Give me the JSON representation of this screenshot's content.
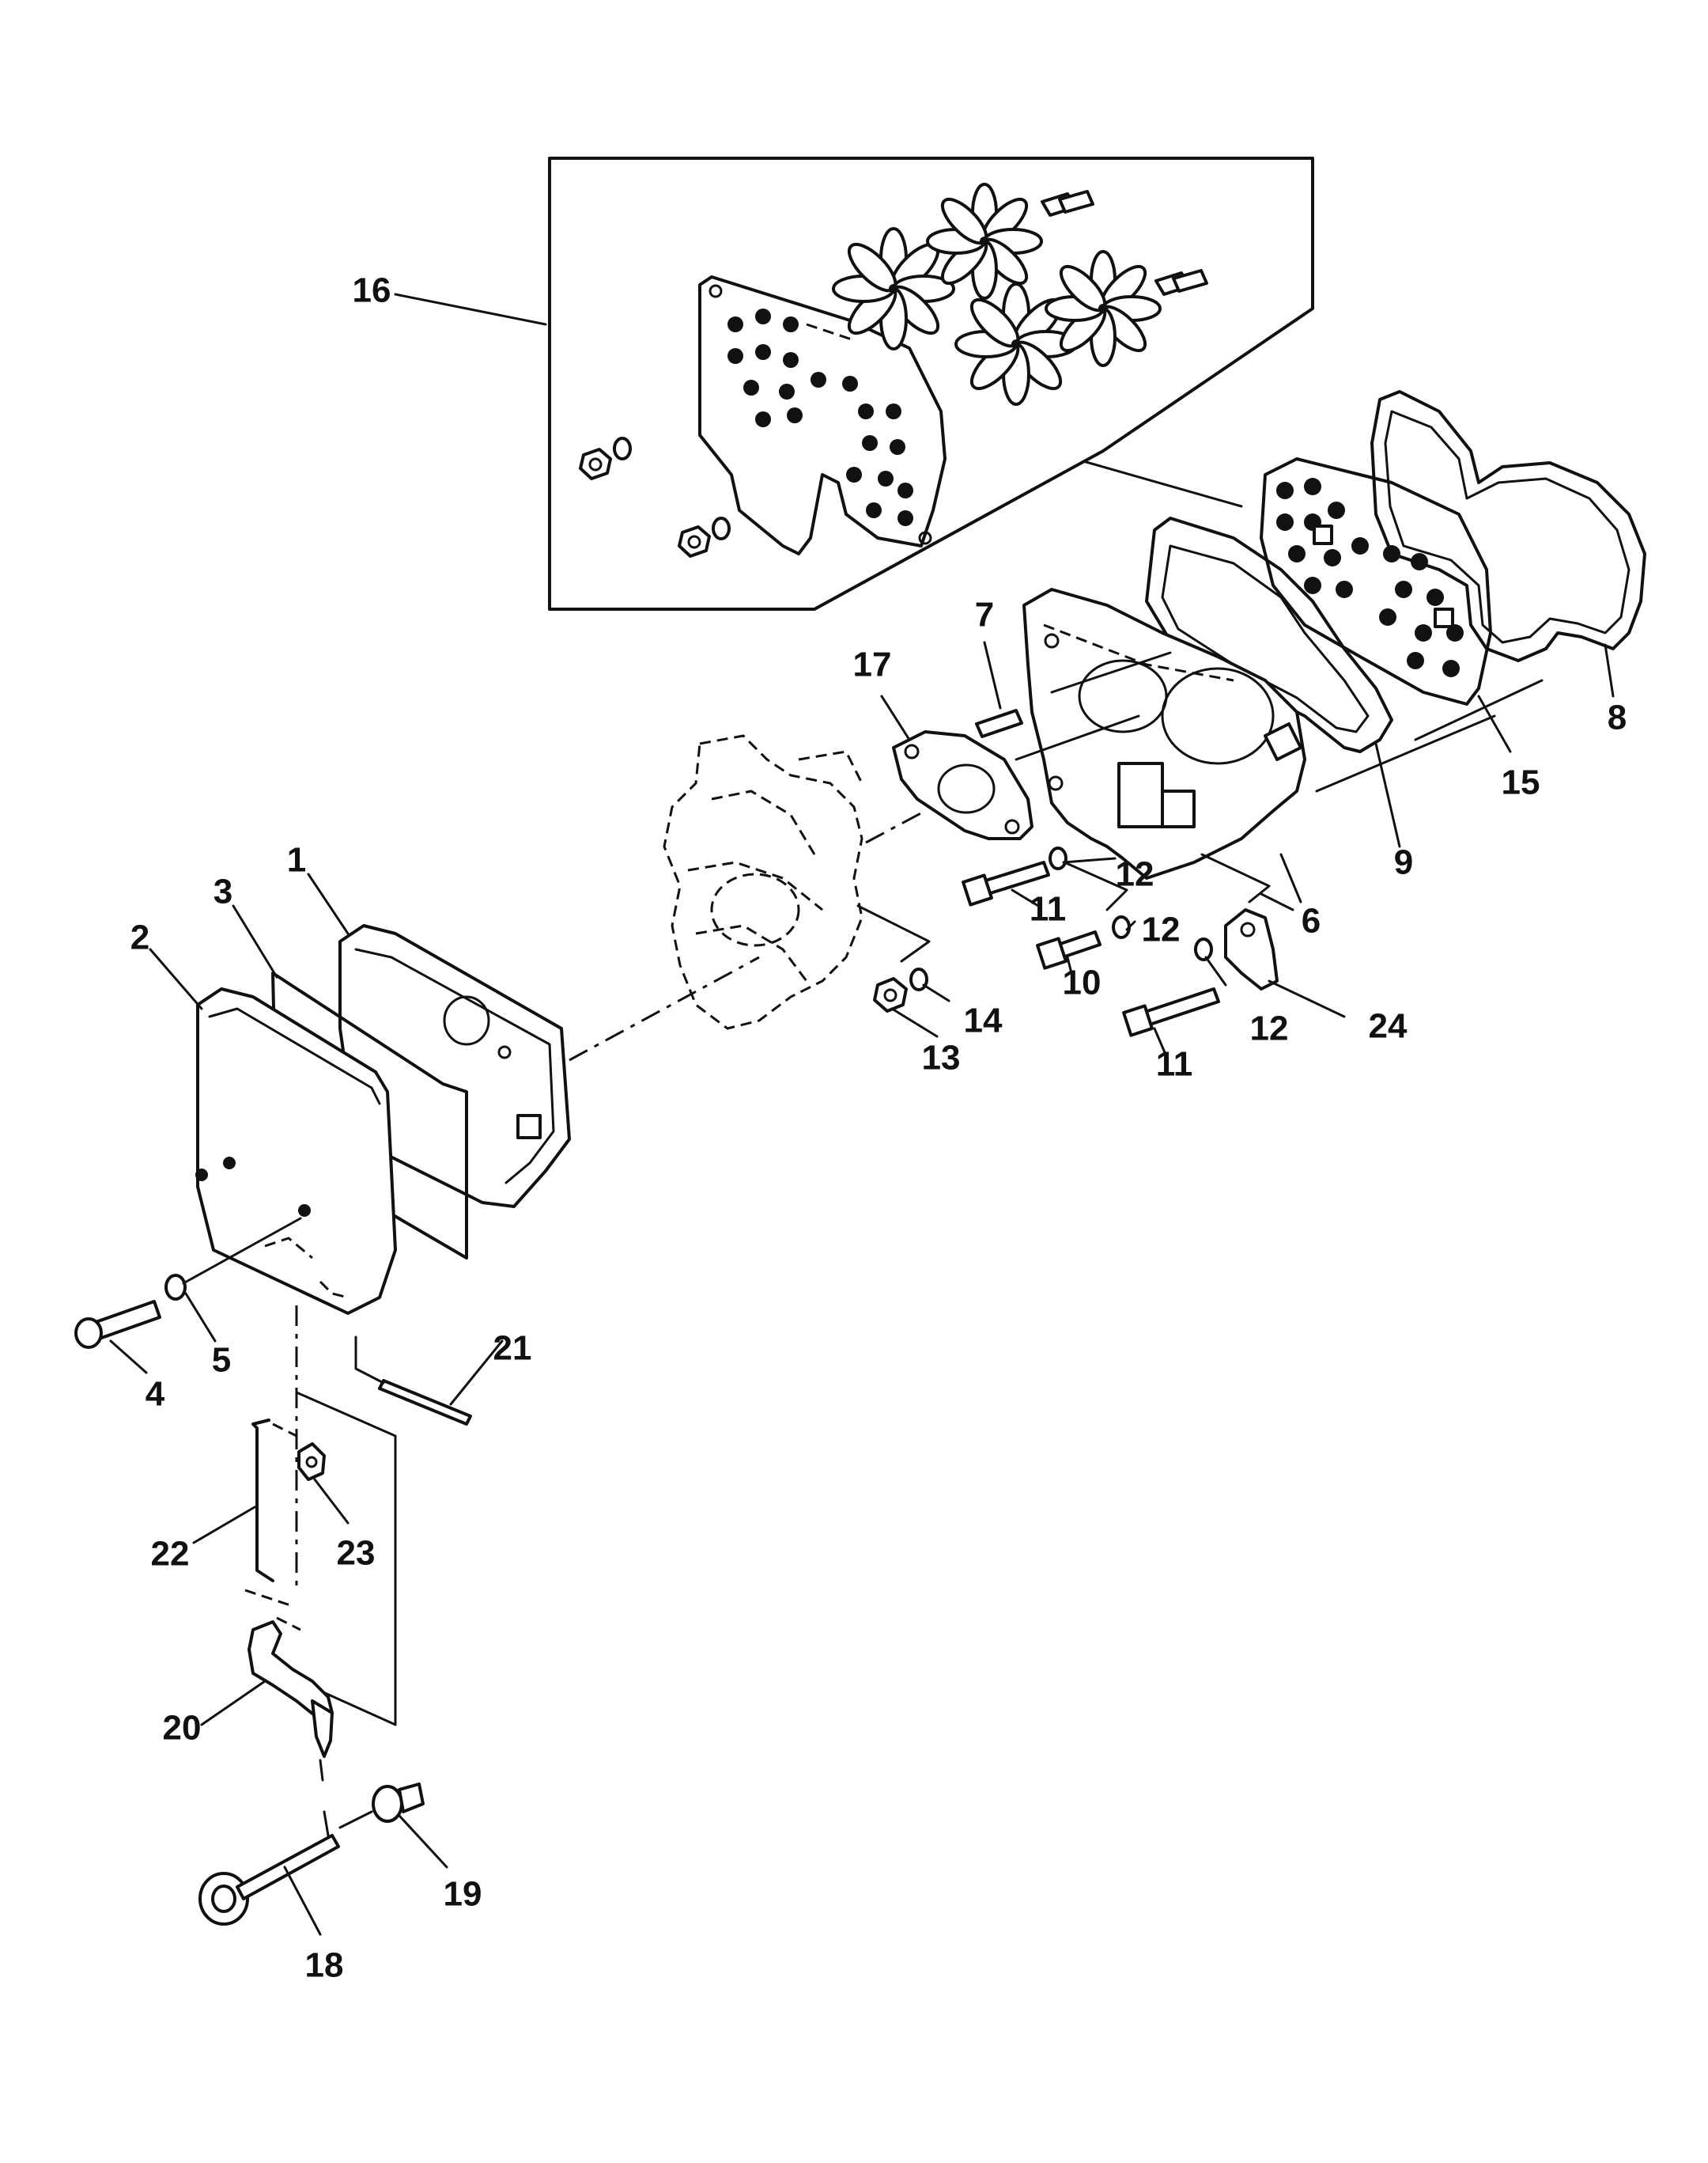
{
  "callouts": [
    "16",
    "7",
    "17",
    "1",
    "3",
    "2",
    "11",
    "12",
    "12",
    "11",
    "10",
    "12",
    "24",
    "6",
    "9",
    "15",
    "8",
    "13",
    "14",
    "4",
    "5",
    "21",
    "22",
    "23",
    "20",
    "19",
    "18"
  ]
}
